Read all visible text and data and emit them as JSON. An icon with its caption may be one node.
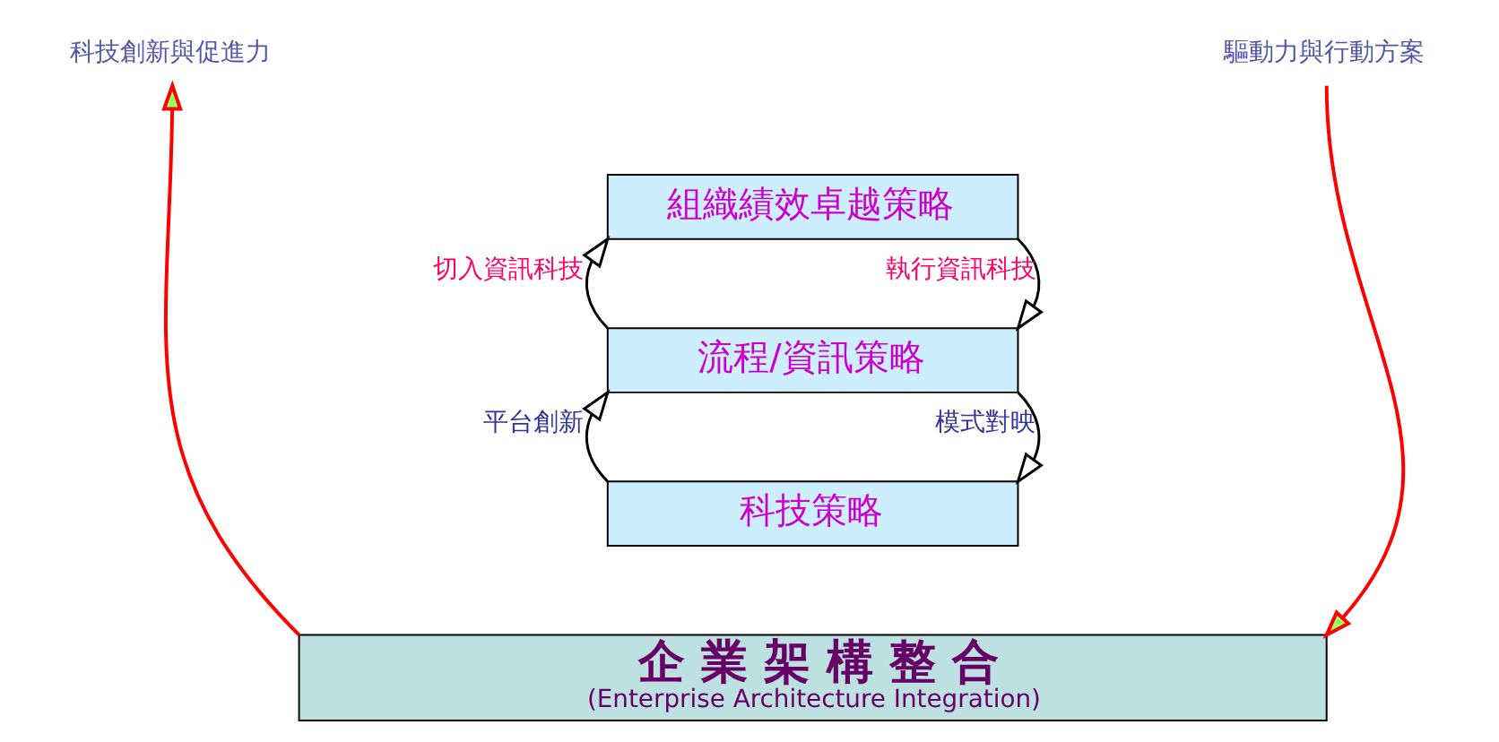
{
  "diagram": {
    "nodes": [
      {
        "text": [
          "組織績效卓越策略"
        ]
      },
      {
        "text": [
          "流程/資訊策略"
        ]
      },
      {
        "text": [
          "科技策略"
        ]
      },
      {
        "text": [
          "企 業 架 構 整 合",
          "(Enterprise Architecture Integration)"
        ]
      },
      {
        "text": [
          "科技創新與促進力"
        ]
      },
      {
        "text": [
          "驅動力與行動方案"
        ]
      }
    ],
    "edges": [
      {
        "from": 1,
        "to": 0,
        "arrow": "to",
        "label": "切入資訊科技"
      },
      {
        "from": 0,
        "to": 1,
        "arrow": "to",
        "label": "執行資訊科技"
      },
      {
        "from": 2,
        "to": 1,
        "arrow": "to",
        "label": "平台創新"
      },
      {
        "from": 1,
        "to": 2,
        "arrow": "to",
        "label": "模式對映"
      },
      {
        "from": 3,
        "to": 4,
        "arrow": "to",
        "color": "#ff0000"
      },
      {
        "from": 5,
        "to": 3,
        "arrow": "to",
        "color": "#ff0000"
      }
    ]
  }
}
